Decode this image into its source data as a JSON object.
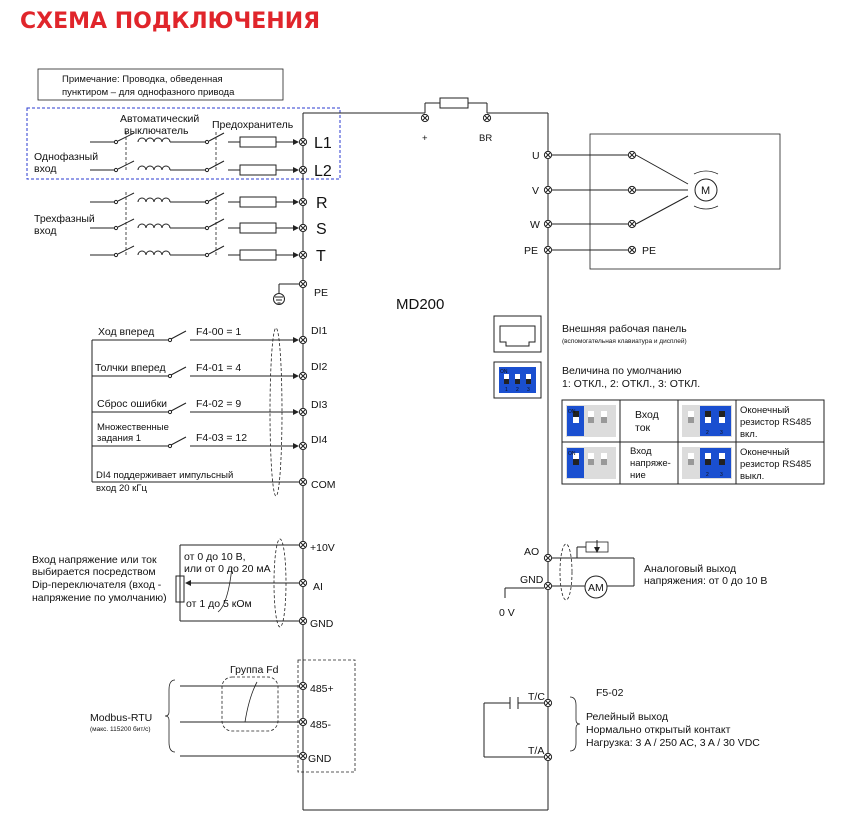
{
  "title": "СХЕМА ПОДКЛЮЧЕНИЯ",
  "note": {
    "line1": "Примечание: Проводка, обведенная",
    "line2": "пунктиром – для однофазного привода"
  },
  "breaker_label": {
    "line1": "Автоматический",
    "line2": "выключатель"
  },
  "fuse_label": "Предохранитель",
  "single_phase": {
    "line1": "Однофазный",
    "line2": "вход"
  },
  "three_phase": {
    "line1": "Трехфазный",
    "line2": "вход"
  },
  "power_terminals": {
    "l1": "L1",
    "l2": "L2",
    "r": "R",
    "s": "S",
    "t": "T",
    "pe": "PE"
  },
  "brake": {
    "plus": "+",
    "br": "BR"
  },
  "output_terminals": {
    "u": "U",
    "v": "V",
    "w": "W",
    "pe": "PE",
    "motor_pe": "PE",
    "motor": "M"
  },
  "drive_model": "MD200",
  "di": {
    "di1": {
      "label": "Ход вперед",
      "param": "F4-00 = 1",
      "term": "DI1"
    },
    "di2": {
      "label": "Толчки вперед",
      "param": "F4-01 = 4",
      "term": "DI2"
    },
    "di3": {
      "label": "Сброс ошибки",
      "param": "F4-02 = 9",
      "term": "DI3"
    },
    "di4": {
      "label1": "Множественные",
      "label2": "задания 1",
      "param": "F4-03 = 12",
      "term": "DI4"
    },
    "note1": "DI4 поддерживает импульсный",
    "note2": "вход 20 кГц",
    "com": "COM"
  },
  "analog_in": {
    "p10v": "+10V",
    "ai": "AI",
    "gnd": "GND",
    "desc1": "Вход напряжение или ток",
    "desc2": "выбирается посредством",
    "desc3": "Dip-переключателя (вход -",
    "desc4": "напряжение по умолчанию)",
    "range1": "от 0 до 10 В,",
    "range2": "или от 0 до 20 мА",
    "pot": "от 1 до 5 кОм"
  },
  "modbus": {
    "group": "Группа Fd",
    "label": "Modbus-RTU",
    "sub": "(макс. 115200 бит/с)",
    "p485": "485+",
    "m485": "485-",
    "gnd": "GND"
  },
  "panel": {
    "line1": "Внешняя рабочая панель",
    "line2": "(вспомогательная клавиатура и дисплей)"
  },
  "dip": {
    "default_line1": "Величина по умолчанию",
    "default_line2": "1: ОТКЛ., 2: ОТКЛ., 3: ОТКЛ.",
    "on": "ON",
    "nums": [
      "1",
      "2",
      "3"
    ],
    "cell_current": {
      "line1": "Вход",
      "line2": "ток"
    },
    "cell_voltage": {
      "line1": "Вход",
      "line2": "напряже-",
      "line3": "ние"
    },
    "rs485_on": {
      "line1": "Оконечный",
      "line2": "резистор RS485",
      "line3": "вкл."
    },
    "rs485_off": {
      "line1": "Оконечный",
      "line2": "резистор RS485",
      "line3": "выкл."
    },
    "switch_color": "#1a4fd0"
  },
  "analog_out": {
    "ao": "AO",
    "gnd": "GND",
    "zero": "0 V",
    "am": "AM",
    "desc1": "Аналоговый выход",
    "desc2": "напряжения: от 0 до 10 В"
  },
  "relay": {
    "param": "F5-02",
    "tc": "T/C",
    "ta": "T/A",
    "line1": "Релейный выход",
    "line2": "Нормально открытый контакт",
    "line3": "Нагрузка: 3 A / 250 AC, 3 A / 30 VDC"
  }
}
